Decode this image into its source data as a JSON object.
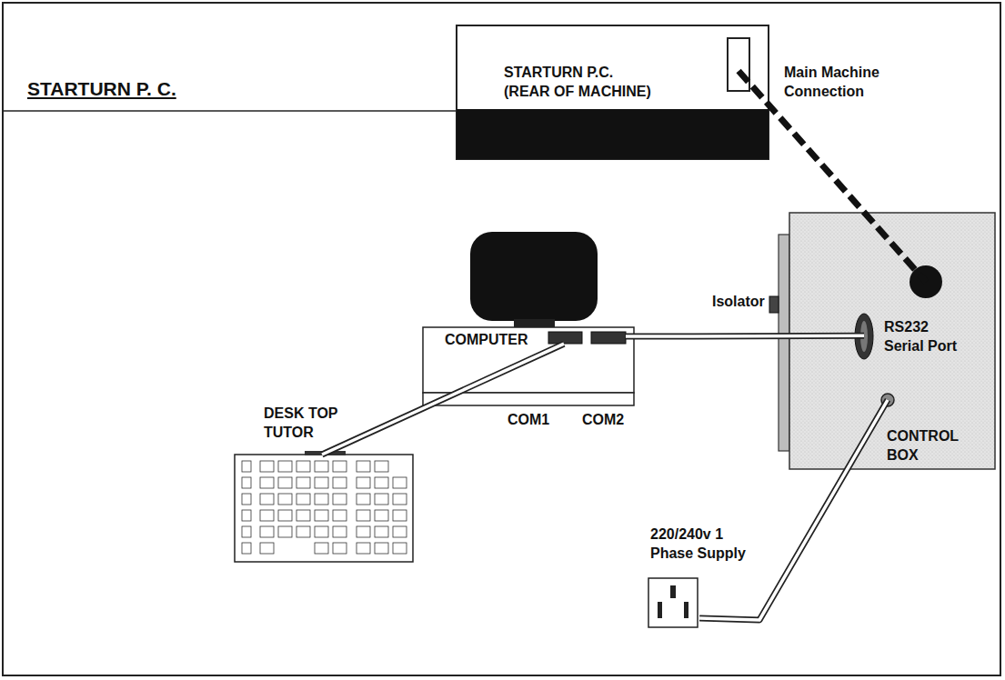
{
  "diagram": {
    "title": "STARTURN P. C.",
    "nodes": [
      {
        "text": [
          "STARTURN P.C. (REAR OF MACHINE)"
        ]
      },
      {
        "text": [
          "COMPUTER"
        ]
      },
      {
        "text": [
          "DESK TOP TUTOR"
        ]
      },
      {
        "text": [
          "CONTROL BOX"
        ]
      },
      {
        "text": [
          "220/240v 1 Phase Supply"
        ]
      }
    ],
    "edges": [
      {
        "from": 0,
        "to": 3,
        "arrow": "none"
      },
      {
        "from": 2,
        "to": 1,
        "arrow": "none"
      },
      {
        "from": 1,
        "to": 3,
        "arrow": "none"
      },
      {
        "from": 4,
        "to": 3,
        "arrow": "none"
      }
    ],
    "labels": [
      "Main Machine Connection",
      "COM1",
      "COM2",
      "Isolator",
      "RS232 Serial Port"
    ]
  }
}
